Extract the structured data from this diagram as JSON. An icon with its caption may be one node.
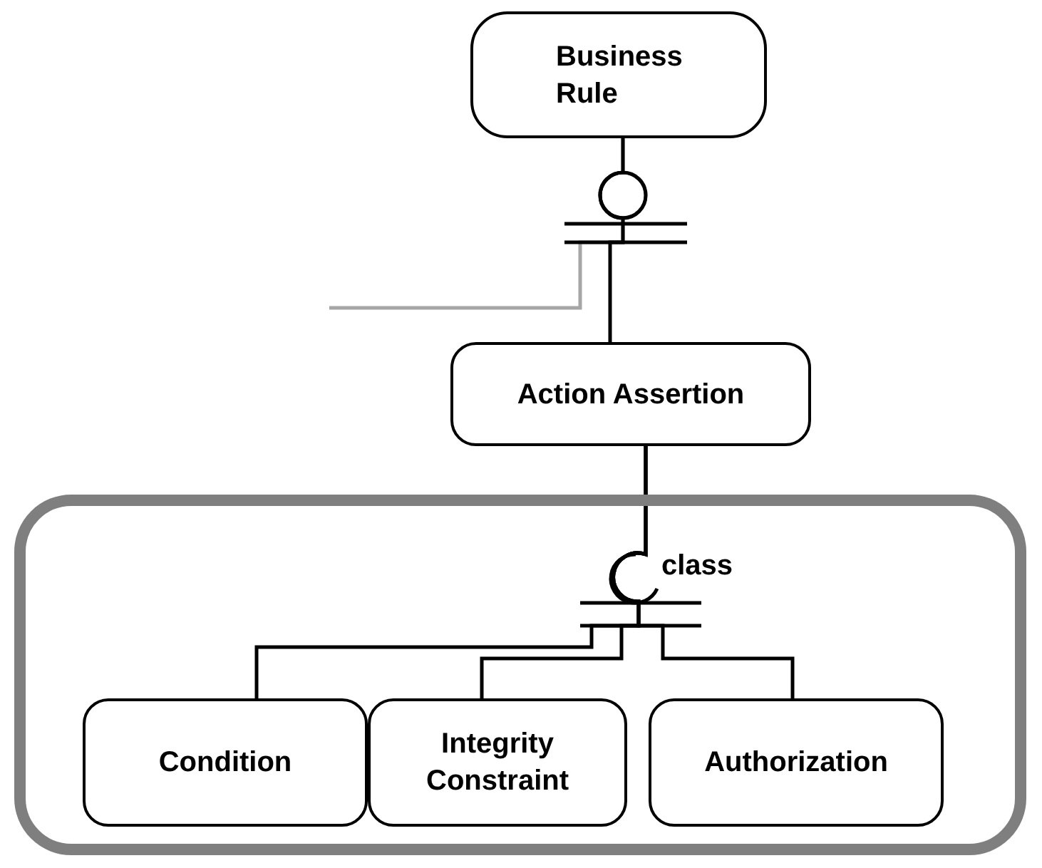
{
  "diagram": {
    "nodes": [
      {
        "text": [
          "Business Rule"
        ]
      },
      {
        "text": [
          "Action Assertion"
        ]
      },
      {
        "text": [],
        "shape": "box"
      },
      {
        "text": [
          "Condition"
        ],
        "in": 2
      },
      {
        "text": [
          "Integrity Constraint"
        ],
        "in": 2
      },
      {
        "text": [
          "Authorization"
        ],
        "in": 2
      }
    ],
    "edges": [
      {
        "from": 0,
        "to": 1,
        "arrow": "none"
      },
      {
        "from": null,
        "to": 0,
        "arrow": "none",
        "color": "#a6a6a6"
      },
      {
        "from": 1,
        "to": 3,
        "arrow": "none"
      },
      {
        "from": 1,
        "to": 4,
        "arrow": "none"
      },
      {
        "from": 1,
        "to": 5,
        "arrow": "none"
      }
    ],
    "labels": [
      "class"
    ]
  }
}
